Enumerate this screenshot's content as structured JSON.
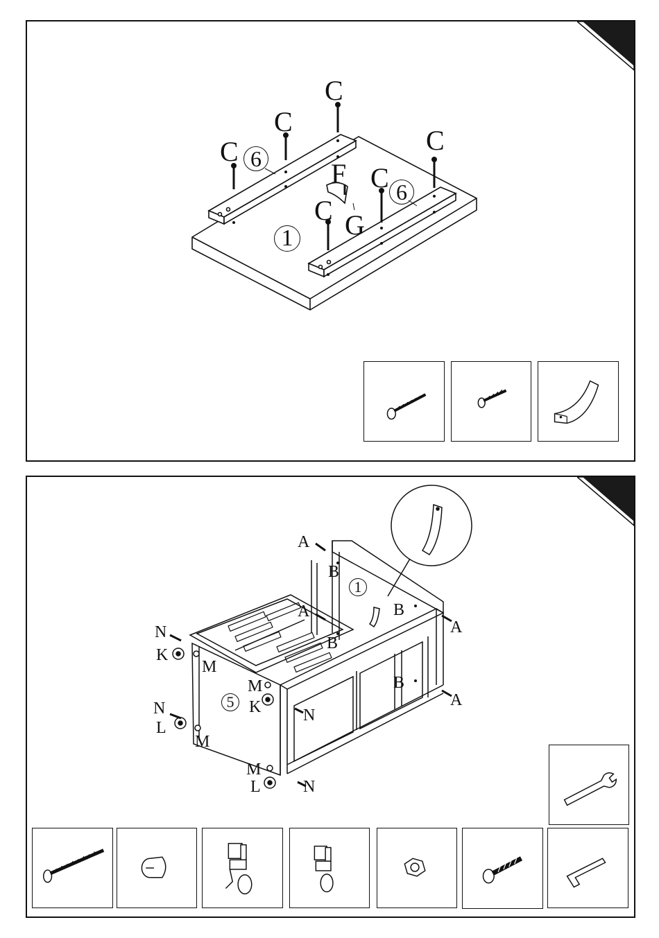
{
  "step1": {
    "labels": {
      "c1": "C",
      "c2": "C",
      "c3": "C",
      "c4": "C",
      "c5": "C",
      "c6": "C",
      "f": "F",
      "g": "G"
    },
    "numbers": {
      "rail_a": "6",
      "rail_b": "6",
      "top": "1"
    }
  },
  "step2": {
    "labels": {
      "a1": "A",
      "a2": "A",
      "a3": "A",
      "a4": "A",
      "b1": "B",
      "b2": "B",
      "b3": "B",
      "b4": "B",
      "n1": "N",
      "n2": "N",
      "n3": "N",
      "n4": "N",
      "k1": "K",
      "k2": "K",
      "l1": "L",
      "l2": "L",
      "m1": "M",
      "m2": "M",
      "m3": "M",
      "m4": "M"
    },
    "numbers": {
      "top": "1",
      "side": "5"
    }
  },
  "icons": {
    "step1_parts": [
      "long-screw-icon",
      "short-screw-icon",
      "curved-bracket-icon"
    ],
    "step2_parts": [
      "wood-screw-icon",
      "cam-lock-icon",
      "brake-caster-icon",
      "caster-icon",
      "hex-nut-icon",
      "bolt-icon",
      "allen-key-icon"
    ],
    "tool": "wrench-icon"
  }
}
